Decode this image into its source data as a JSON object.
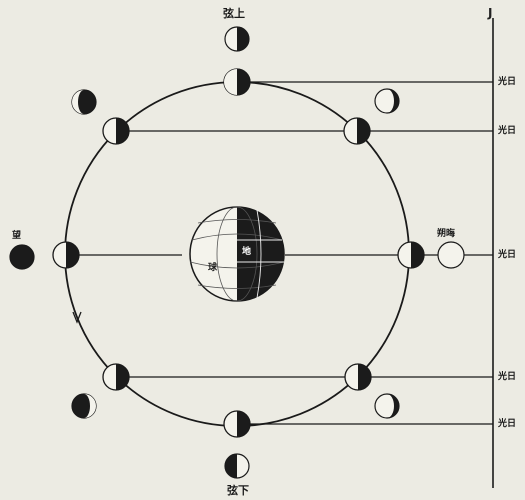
{
  "labels": {
    "phase_top": "弦上",
    "phase_bottom": "弦下",
    "phase_left": "望",
    "phase_right": "朔晦",
    "earth_left": "球",
    "earth_right": "地",
    "sunlight": "光日",
    "sun_marker": "J"
  },
  "colors": {
    "background": "#ecebe3",
    "ink": "#1a1a1a",
    "dark": "#1b1b1b",
    "light": "#f4f3ec"
  },
  "moon_positions": [
    {
      "name": "moon-orbit-top",
      "phase": "first-quarter"
    },
    {
      "name": "moon-orbit-top-right",
      "phase": "waxing-crescent"
    },
    {
      "name": "moon-orbit-right",
      "phase": "new"
    },
    {
      "name": "moon-orbit-bottom-right",
      "phase": "waning-crescent"
    },
    {
      "name": "moon-orbit-bottom",
      "phase": "last-quarter"
    },
    {
      "name": "moon-orbit-bottom-left",
      "phase": "waning-gibbous"
    },
    {
      "name": "moon-orbit-left",
      "phase": "full"
    },
    {
      "name": "moon-orbit-top-left",
      "phase": "waxing-gibbous"
    }
  ]
}
